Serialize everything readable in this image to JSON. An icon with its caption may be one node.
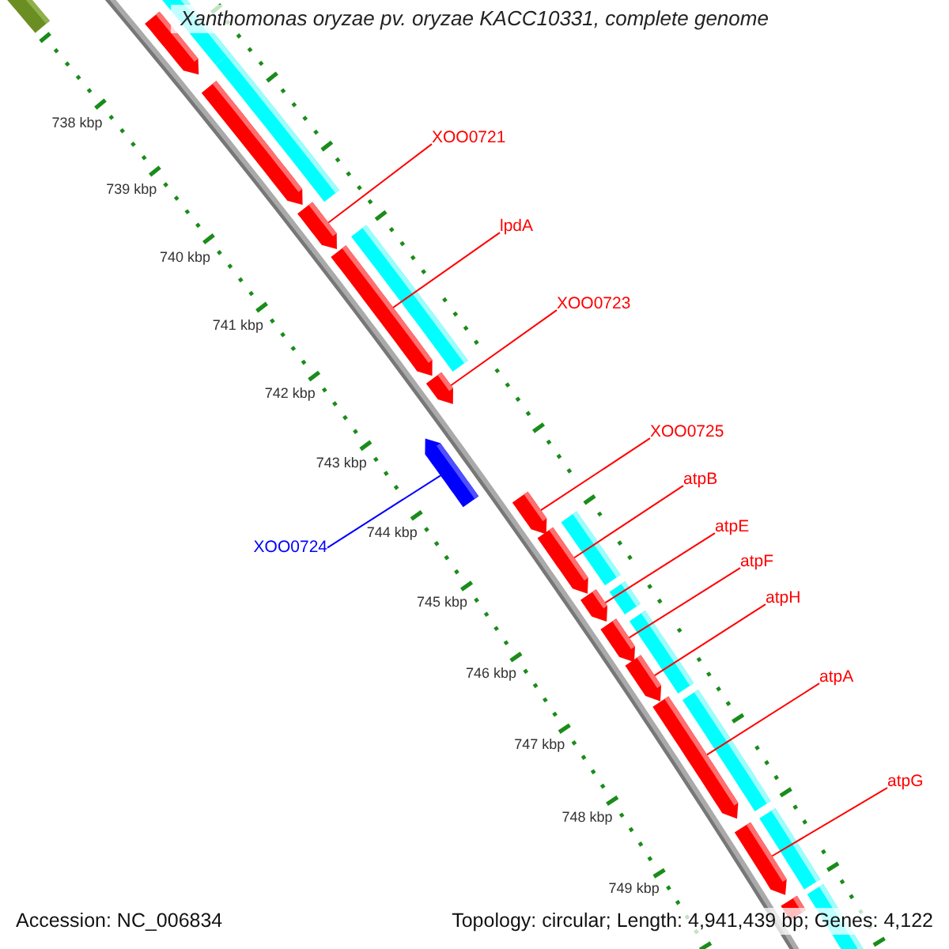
{
  "diagram": {
    "title": "Xanthomonas oryzae pv. oryzae KACC10331, complete genome",
    "nodes": [
      {
        "text": [
          "XOO0721"
        ]
      },
      {
        "text": [
          "lpdA"
        ]
      },
      {
        "text": [
          "XOO0723"
        ]
      },
      {
        "text": [
          "XOO0725"
        ]
      },
      {
        "text": [
          "atpB"
        ]
      },
      {
        "text": [
          "atpE"
        ]
      },
      {
        "text": [
          "XOO0724"
        ]
      },
      {
        "text": [
          "atpF"
        ]
      },
      {
        "text": [
          "atpH"
        ]
      },
      {
        "text": [
          "atpA"
        ]
      },
      {
        "text": [
          "atpG"
        ]
      },
      {
        "text": [],
        "shape": "bar"
      },
      {
        "text": [],
        "shape": "bar"
      },
      {
        "text": [],
        "shape": "bar"
      },
      {
        "text": [],
        "shape": "bar"
      },
      {
        "text": [],
        "shape": "bar"
      },
      {
        "text": [],
        "shape": "bar"
      },
      {
        "text": [],
        "shape": "bar"
      },
      {
        "text": [],
        "shape": "bar"
      },
      {
        "text": [],
        "shape": "bar"
      },
      {
        "text": [],
        "shape": "bar"
      },
      {
        "text": [],
        "shape": "bar"
      },
      {
        "text": [],
        "shape": "bar"
      },
      {
        "text": [],
        "shape": "bar"
      },
      {
        "text": [],
        "shape": "bar"
      }
    ],
    "edges": [
      {
        "from": 0,
        "to": 13,
        "arrow": "none"
      },
      {
        "from": 1,
        "to": 14,
        "arrow": "none"
      },
      {
        "from": 2,
        "to": 15,
        "arrow": "none"
      },
      {
        "from": 3,
        "to": 17,
        "arrow": "none"
      },
      {
        "from": 4,
        "to": 18,
        "arrow": "none"
      },
      {
        "from": 5,
        "to": 19,
        "arrow": "none"
      },
      {
        "from": 6,
        "to": 16,
        "arrow": "none",
        "color": "#0000ff"
      },
      {
        "from": 7,
        "to": 20,
        "arrow": "none"
      },
      {
        "from": 8,
        "to": 21,
        "arrow": "none"
      },
      {
        "from": 9,
        "to": 22,
        "arrow": "none"
      },
      {
        "from": 10,
        "to": 23,
        "arrow": "none"
      }
    ],
    "labels": [
      "738 kbp",
      "739 kbp",
      "740 kbp",
      "741 kbp",
      "742 kbp",
      "743 kbp",
      "744 kbp",
      "745 kbp",
      "746 kbp",
      "747 kbp",
      "748 kbp",
      "749 kbp",
      "Accession: NC_006834",
      "Topology: circular; Length: 4,941,439 bp; Genes: 4,122"
    ]
  }
}
